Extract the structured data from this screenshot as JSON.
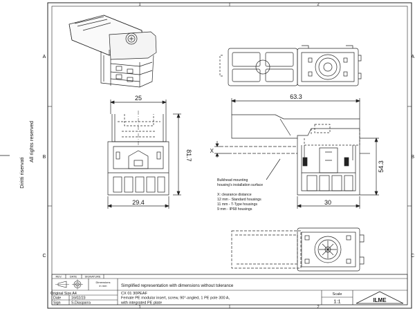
{
  "frame": {
    "columns": [
      "1",
      "2"
    ],
    "rows": [
      "A",
      "B",
      "C"
    ],
    "side_text_1": "All rights reserved",
    "side_text_2": "Diritti riservati"
  },
  "dimensions": {
    "width_top": "25",
    "height_left": "81.7",
    "width_bottom": "29.4",
    "length_top": "63.3",
    "height_right": "54.3",
    "width_right_bottom": "30",
    "clearance_symbol": "X"
  },
  "notes": {
    "mounting_1": "Bulkhead mounting",
    "mounting_2": "housing's installation surface",
    "clearance_title": "X: clearance distance",
    "clearance_1": "12 mm - Standard housings",
    "clearance_2": "11 mm - T-Type housings",
    "clearance_3": "9 mm - IP68 housings"
  },
  "title_block": {
    "rev_header": "REV.",
    "date_header": "DATE",
    "signature_header": "SIGNATURE",
    "dimensions_label_1": "Dimensions",
    "dimensions_label_2": "in mm",
    "description": "Simplified representation with dimensions without tolerance",
    "original_size": "Original Size A4",
    "date_label": "Date",
    "date_value": "16/02/23",
    "sign_label": "Sign",
    "sign_value": "S.Diasparra",
    "part_number": "CX 01 30PEAF",
    "part_desc_1": "Female PE modular insert, screw, 90°-angled, 1 PE pole 300 A,",
    "part_desc_2": "with integrated PE plate",
    "scale_label": "Scale",
    "scale_value": "1:1",
    "logo": "ILME"
  }
}
